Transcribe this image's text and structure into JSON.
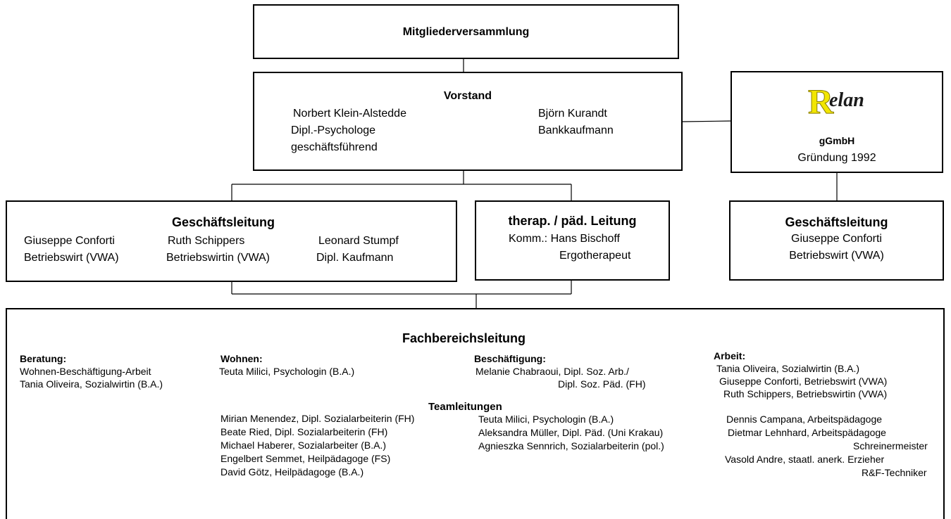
{
  "assembly": {
    "title": "Mitgliederversammlung"
  },
  "board": {
    "title": "Vorstand",
    "left_name": "Norbert Klein-Alstedde",
    "left_role1": "Dipl.-Psychologe",
    "left_role2": "geschäftsführend",
    "right_name": "Björn Kurandt",
    "right_role": "Bankkaufmann"
  },
  "relan": {
    "logo_letter": "R",
    "logo_text": "elan",
    "company": "gGmbH",
    "founded": "Gründung 1992",
    "logo_color": "#f2e600"
  },
  "management_left": {
    "title": "Geschäftsleitung",
    "persons": [
      {
        "name": "Giuseppe Conforti",
        "role": "Betriebswirt (VWA)"
      },
      {
        "name": "Ruth Schippers",
        "role": "Betriebswirtin  (VWA)"
      },
      {
        "name": "Leonard Stumpf",
        "role": "Dipl. Kaufmann"
      }
    ]
  },
  "therapy": {
    "title": "therap. / päd. Leitung",
    "line1": "Komm.: Hans Bischoff",
    "line2": "Ergotherapeut"
  },
  "management_right": {
    "title": "Geschäftsleitung",
    "name": "Giuseppe Conforti",
    "role": "Betriebswirt (VWA)"
  },
  "departments": {
    "title": "Fachbereichsleitung",
    "beratung": {
      "heading": "Beratung:",
      "lines": [
        "Wohnen-Beschäftigung-Arbeit",
        "Tania Oliveira, Sozialwirtin (B.A.)"
      ]
    },
    "wohnen": {
      "heading": "Wohnen:",
      "lines": [
        "Teuta Milici, Psychologin (B.A.)"
      ]
    },
    "beschaeftigung": {
      "heading": "Beschäftigung:",
      "lines": [
        "Melanie Chabraoui, Dipl. Soz. Arb./",
        "Dipl. Soz. Päd. (FH)"
      ]
    },
    "arbeit": {
      "heading": "Arbeit:",
      "lines": [
        "Tania Oliveira, Sozialwirtin (B.A.)",
        "Giuseppe Conforti, Betriebswirt (VWA)",
        "Ruth Schippers, Betriebswirtin (VWA)"
      ]
    },
    "team_title": "Teamleitungen",
    "team_wohnen": [
      "Mirian Menendez, Dipl. Sozialarbeiterin (FH)",
      "Beate Ried, Dipl. Sozialarbeiterin (FH)",
      "Michael Haberer, Sozialarbeiter (B.A.)",
      "Engelbert Semmet, Heilpädagoge (FS)",
      "David Götz, Heilpädagoge (B.A.)"
    ],
    "team_beschaeftigung": [
      "Teuta Milici, Psychologin (B.A.)",
      "Aleksandra Müller, Dipl. Päd. (Uni Krakau)",
      "Agnieszka Sennrich, Sozialarbeiterin (pol.)"
    ],
    "team_arbeit": [
      "Dennis Campana, Arbeitspädagoge",
      "Dietmar Lehnhard, Arbeitspädagoge",
      "Schreinermeister",
      "Vasold Andre, staatl. anerk. Erzieher",
      "R&F-Techniker"
    ]
  }
}
